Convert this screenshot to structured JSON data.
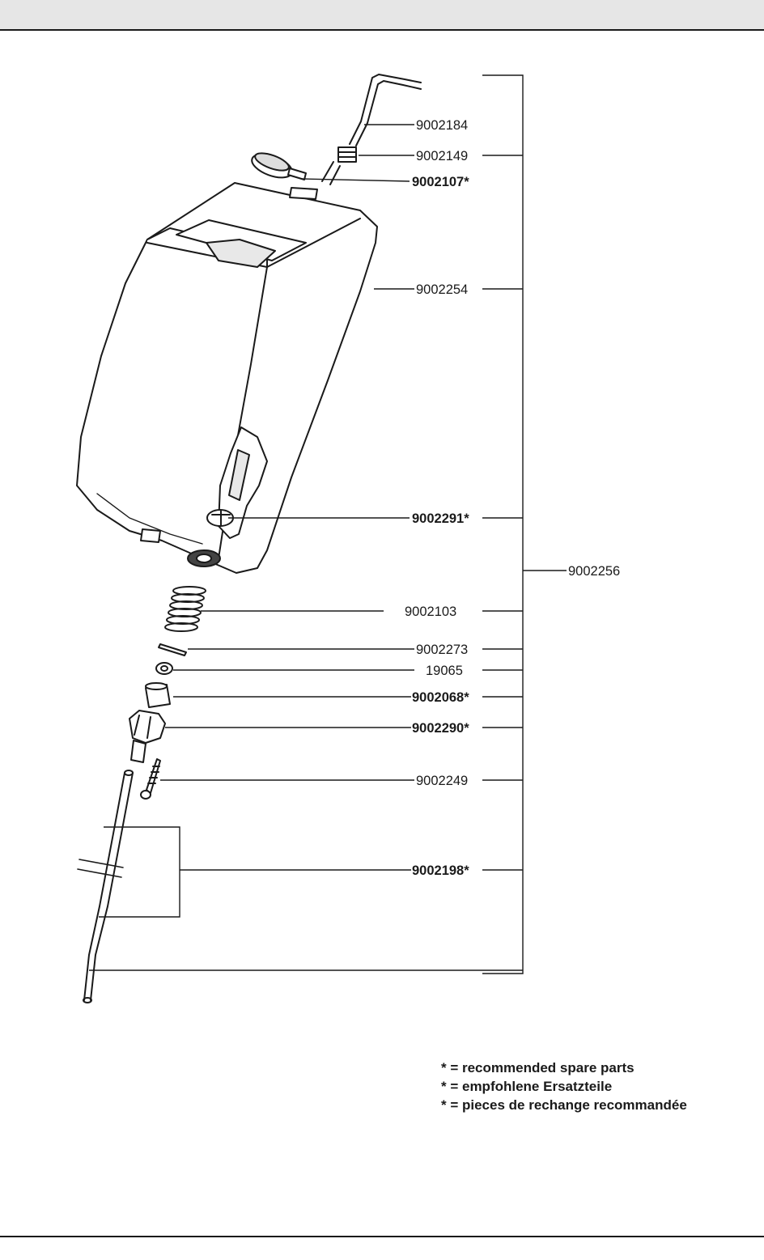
{
  "parts": {
    "p9002184": {
      "number": "9002184",
      "recommended": false
    },
    "p9002149": {
      "number": "9002149",
      "recommended": false
    },
    "p9002107": {
      "number": "9002107*",
      "recommended": true
    },
    "p9002254": {
      "number": "9002254",
      "recommended": false
    },
    "p9002291": {
      "number": "9002291*",
      "recommended": true
    },
    "p9002256": {
      "number": "9002256",
      "recommended": false
    },
    "p9002103": {
      "number": "9002103",
      "recommended": false
    },
    "p9002273": {
      "number": "9002273",
      "recommended": false
    },
    "p19065": {
      "number": "19065",
      "recommended": false
    },
    "p9002068": {
      "number": "9002068*",
      "recommended": true
    },
    "p9002290": {
      "number": "9002290*",
      "recommended": true
    },
    "p9002249": {
      "number": "9002249",
      "recommended": false
    },
    "p9002198": {
      "number": "9002198*",
      "recommended": true
    }
  },
  "legend": {
    "en": "* = recommended spare parts",
    "de": "* = empfohlene Ersatzteile",
    "fr": "* = pieces de rechange recommandée"
  }
}
